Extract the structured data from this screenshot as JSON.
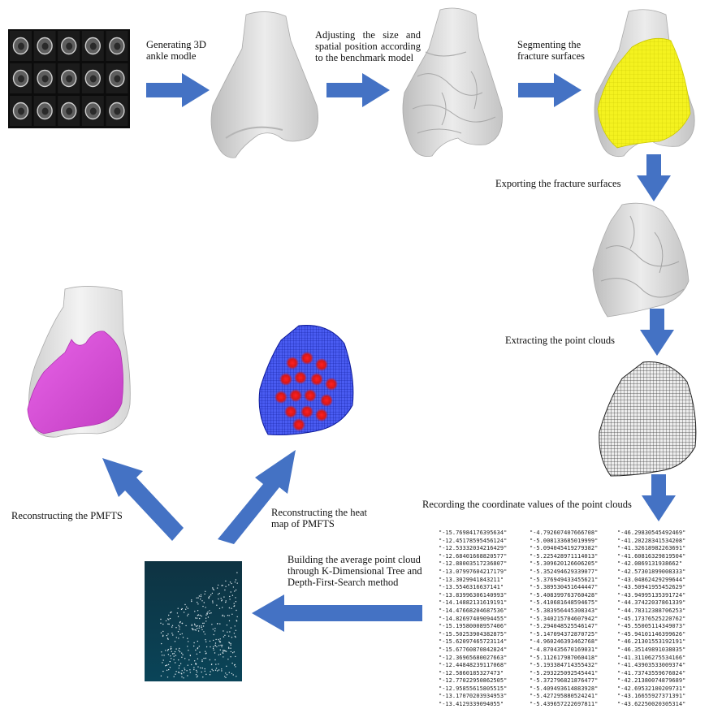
{
  "labels": {
    "generating": "Generating 3D ankle modle",
    "adjusting": "Adjusting the size and spatial position according to the benchmark model",
    "segmenting": "Segmenting the fracture surfaces",
    "exporting": "Exporting the fracture surfaces",
    "extracting": "Extracting the point clouds",
    "recording": "Recording the coordinate values of the point clouds",
    "building": "Building the average point cloud through K-Dimensional Tree and Depth-First-Search method",
    "reconstructing_heatmap": "Reconstructing the heat map of PMFTS",
    "reconstructing_pmfts": "Reconstructing the PMFTS"
  },
  "coordinates": {
    "col1": [
      "\"-15.76984176395634\"",
      "\"-12.45178595456124\"",
      "\"-12.53332034216429\"",
      "\"-12.68401668820577\"",
      "\"-12.88003517236807\"",
      "\"-13.07997604217179\"",
      "\"-13.3029941843211\"",
      "\"-13.5546316637141\"",
      "\"-13.83996306140993\"",
      "\"-14.14882131619191\"",
      "\"-14.47668204687536\"",
      "\"-14.82697409094455\"",
      "\"-15.19580008957406\"",
      "\"-15.50253904382875\"",
      "\"-15.62097465723114\"",
      "\"-15.67760870842824\"",
      "\"-12.36965680027663\"",
      "\"-12.44848239117068\"",
      "\"-12.5860185327473\"",
      "\"-12.77022950862505\"",
      "\"-12.95855615805515\"",
      "\"-13.17070203934953\"",
      "\"-13.4129339094055\""
    ],
    "col2": [
      "\"-4.792607407666708\"",
      "\"-5.008133685019999\"",
      "\"-5.094045419279382\"",
      "\"-5.225428971114013\"",
      "\"-5.309620126606205\"",
      "\"-5.352494629339077\"",
      "\"-5.376949433455621\"",
      "\"-5.389530451644447\"",
      "\"-5.408399763760428\"",
      "\"-5.410681648594675\"",
      "\"-5.383956445308343\"",
      "\"-5.340215704607942\"",
      "\"-5.294048525546147\"",
      "\"-5.147094372870725\"",
      "\"-4.960246393462768\"",
      "\"-4.870435670169031\"",
      "\"-5.112617987060418\"",
      "\"-5.193384714355432\"",
      "\"-5.293225092545441\"",
      "\"-5.372796821876477\"",
      "\"-5.409493614883928\"",
      "\"-5.427295880524241\"",
      "\"-5.439657222697811\""
    ],
    "col3": [
      "\"-46.29830545492469\"",
      "\"-41.20228341534208\"",
      "\"-41.32618982263691\"",
      "\"-41.60816329819504\"",
      "\"-42.0869131938662\"",
      "\"-42.57301899008333\"",
      "\"-43.04862429299644\"",
      "\"-43.50941955452629\"",
      "\"-43.94995135391724\"",
      "\"-44.37422037861339\"",
      "\"-44.78312388706253\"",
      "\"-45.17376525220762\"",
      "\"-45.55005114349073\"",
      "\"-45.94101146399626\"",
      "\"-46.21301553192191\"",
      "\"-46.35149891038035\"",
      "\"-41.31106275534166\"",
      "\"-41.43903533009374\"",
      "\"-41.73743559676024\"",
      "\"-42.21380074879689\"",
      "\"-42.69532100209731\"",
      "\"-43.16655927371391\"",
      "\"-43.62250020305314\""
    ]
  },
  "colors": {
    "arrow": "#4472c4",
    "fracture_surface": "#f4f21f",
    "pmfts_surface": "#e04fe0",
    "heatmap_mesh": "#1a2fd8",
    "heatmap_hot": "#e02020",
    "bone": "#d2d2d2"
  }
}
